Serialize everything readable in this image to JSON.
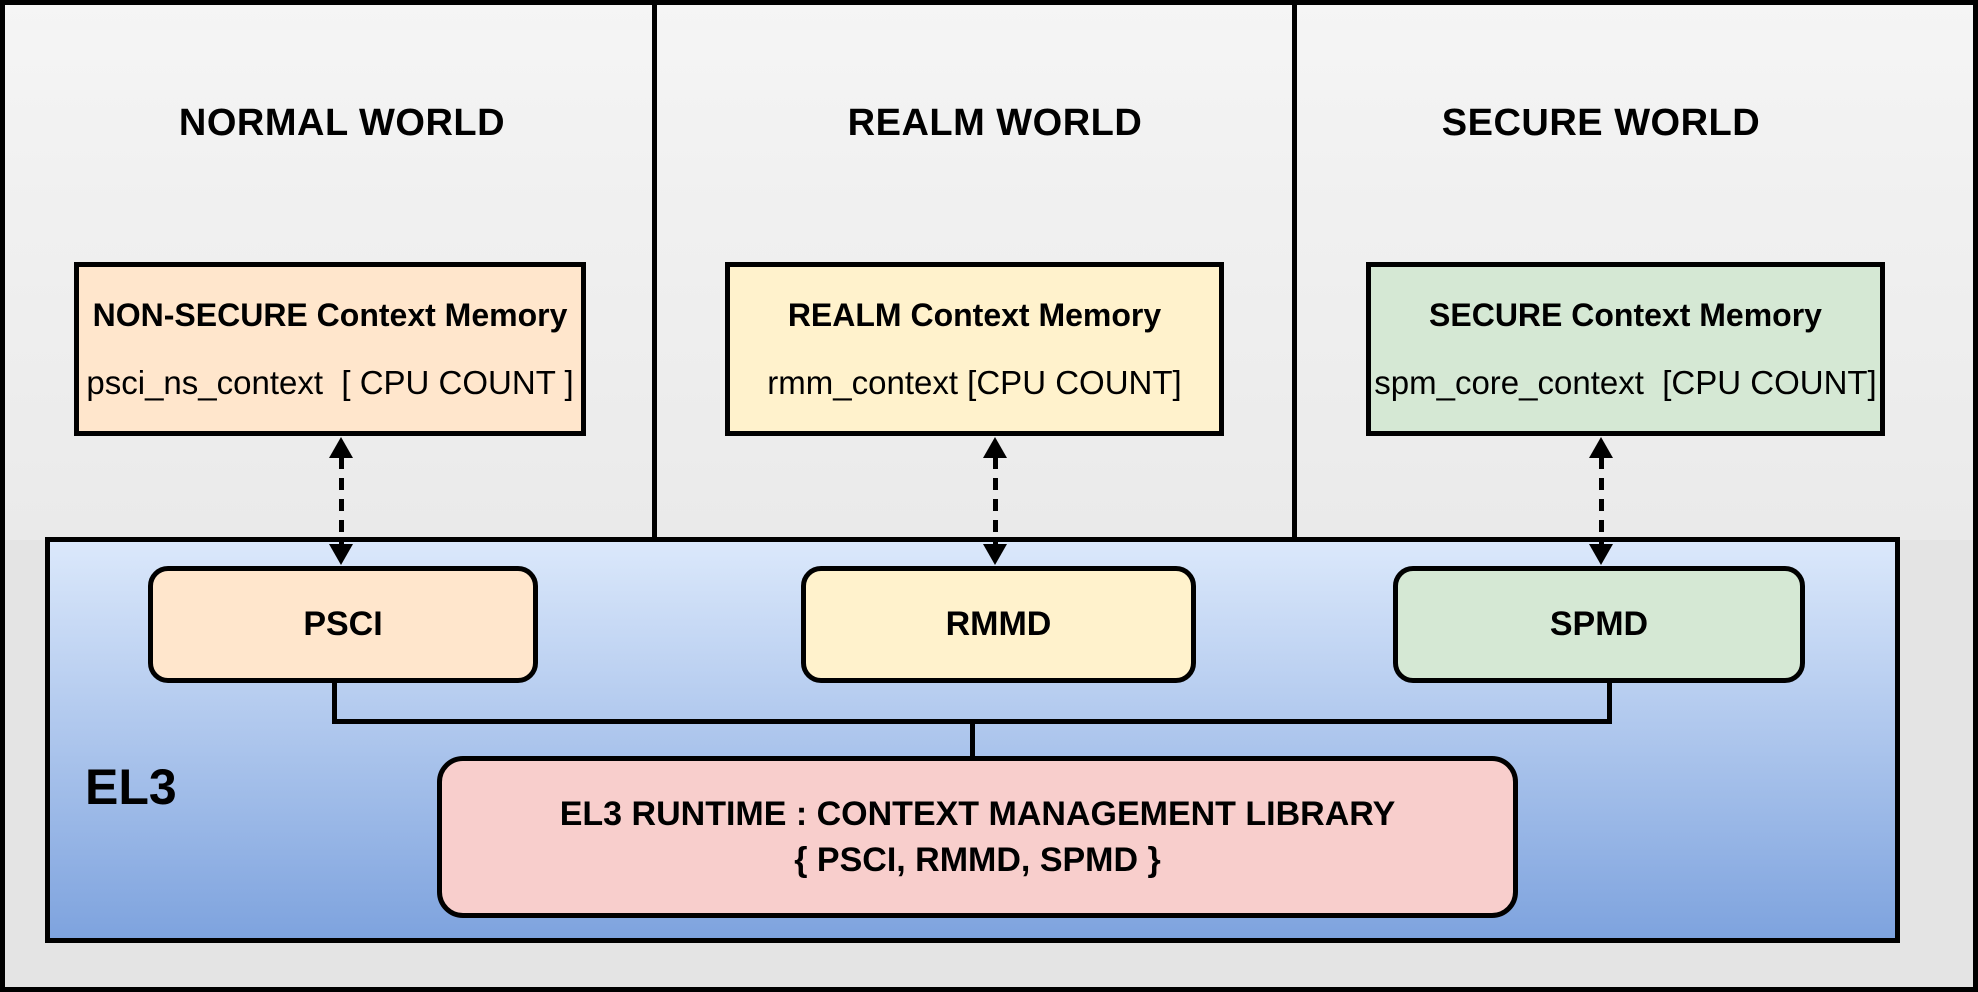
{
  "worlds": [
    {
      "title": "NORMAL WORLD",
      "context_memory": {
        "heading": "NON-SECURE Context Memory",
        "entry": "psci_ns_context  [ CPU COUNT ]"
      },
      "el3_module": "PSCI"
    },
    {
      "title": "REALM WORLD",
      "context_memory": {
        "heading": "REALM Context Memory",
        "entry": "rmm_context [CPU COUNT]"
      },
      "el3_module": "RMMD"
    },
    {
      "title": "SECURE WORLD",
      "context_memory": {
        "heading": "SECURE Context Memory",
        "entry": "spm_core_context  [CPU COUNT]"
      },
      "el3_module": "SPMD"
    }
  ],
  "el3": {
    "label": "EL3",
    "runtime_library": {
      "line1": "EL3 RUNTIME : CONTEXT MANAGEMENT LIBRARY",
      "line2": "{ PSCI, RMMD, SPMD }"
    }
  },
  "colors": {
    "normal-accent": "#ffe6cc",
    "realm-accent": "#fff2cc",
    "secure-accent": "#d5e8d4",
    "runtime-accent": "#f8cecc",
    "el3-top": "#dbe8fb",
    "el3-bottom": "#7ea3de",
    "line": "#000000"
  }
}
